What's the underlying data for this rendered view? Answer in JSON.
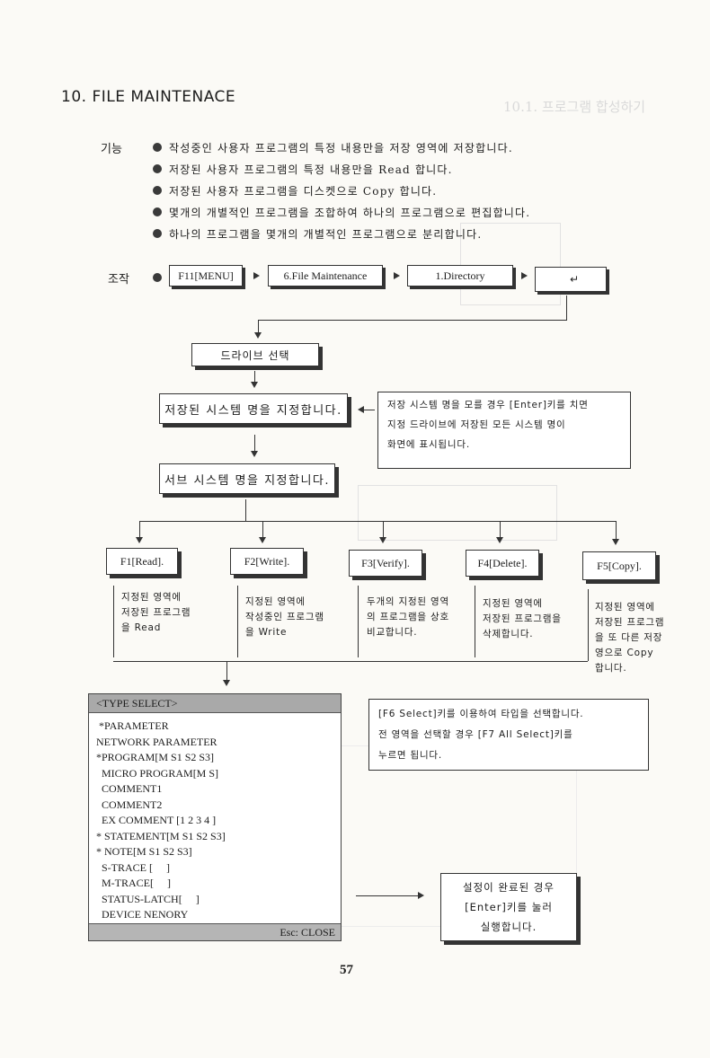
{
  "title": "10. FILE MAINTENACE",
  "function_label": "기능",
  "function_items": [
    "작성중인 사용자 프로그램의 특정 내용만을 저장 영역에 저장합니다.",
    "저장된 사용자 프로그램의 특정 내용만을 Read 합니다.",
    "저장된 사용자 프로그램을 디스켓으로 Copy 합니다.",
    "몇개의 개별적인 프로그램을 조합하여 하나의 프로그램으로 편집합니다.",
    "하나의 프로그램을 몇개의 개별적인 프로그램으로 분리합니다."
  ],
  "operation_label": "조작",
  "steps": [
    "F11[MENU]",
    "6.File Maintenance",
    "1.Directory",
    "↵"
  ],
  "drive_select": "드라이브 선택",
  "system_name_box": "저장된 시스템 명을 지정합니다.",
  "system_note": [
    "저장 시스템 명을 모를 경우 [Enter]키를 치면",
    "지정 드라이브에 저장된 모든 시스템 명이",
    "화면에 표시됩니다."
  ],
  "sub_system_box": "서브 시스템 명을 지정합니다.",
  "fkeys": [
    "F1[Read].",
    "F2[Write].",
    "F3[Verify].",
    "F4[Delete].",
    "F5[Copy]."
  ],
  "fkey_desc": [
    [
      "지정된 영역에",
      "저장된 프로그램",
      "을 Read"
    ],
    [
      "지정된 영역에",
      "작성중인 프로그램",
      "을 Write"
    ],
    [
      "두개의 지정된 영역",
      "의 프로그램을 상호",
      "비교합니다."
    ],
    [
      "지정된 영역에",
      "저장된 프로그램을",
      "삭제합니다."
    ],
    [
      "지정된 영역에",
      "저장된 프로그램",
      "을 또 다른 저장",
      "영으로 Copy",
      "합니다."
    ]
  ],
  "type_select": {
    "header": "<TYPE SELECT>",
    "items": [
      " *PARAMETER",
      "NETWORK PARAMETER",
      "*PROGRAM[M S1 S2 S3]",
      "  MICRO PROGRAM[M S]",
      "  COMMENT1",
      "  COMMENT2",
      "  EX COMMENT [1 2 3 4 ]",
      "* STATEMENT[M S1 S2 S3]",
      "* NOTE[M S1 S2 S3]",
      "  S-TRACE [     ]",
      "  M-TRACE[     ]",
      "  STATUS-LATCH[     ]",
      "  DEVICE NENORY"
    ],
    "footer": "Esc: CLOSE"
  },
  "select_note": [
    "[F6 Select]키를 이용하여 타입을 선택합니다.",
    "전 영역을 선택할 경우 [F7 All Select]키를",
    "누르면 됩니다."
  ],
  "final_box": [
    "설정이 완료된 경우",
    "[Enter]키를 눌러",
    "실행합니다."
  ],
  "page_number": "57"
}
